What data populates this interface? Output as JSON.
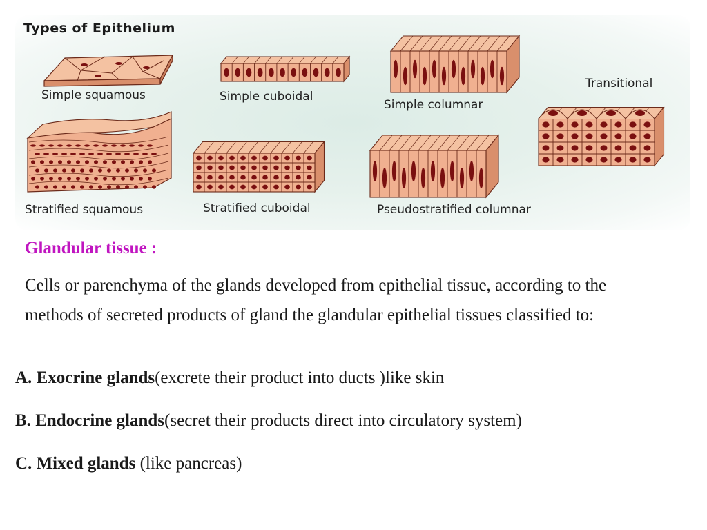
{
  "figure": {
    "title": "Types of Epithelium",
    "labels": {
      "simple_squamous": "Simple squamous",
      "simple_cuboidal": "Simple cuboidal",
      "simple_columnar": "Simple columnar",
      "transitional": "Transitional",
      "stratified_squamous": "Stratified squamous",
      "stratified_cuboidal": "Stratified cuboidal",
      "pseudostratified_columnar": "Pseudostratified columnar"
    },
    "colors": {
      "cell_fill": "#f0b090",
      "cell_top": "#f4c2a2",
      "cell_side": "#d98f6c",
      "outline": "#6b2a1a",
      "nucleus": "#7a1010"
    }
  },
  "text": {
    "heading": "Glandular tissue :",
    "paragraph": "Cells or parenchyma of the glands developed from epithelial tissue, according to the methods of secreted products of gland the glandular epithelial tissues classified to:",
    "items": [
      {
        "prefix": "A.",
        "name": "Exocrine glands",
        "desc": "(excrete their product into ducts )like skin"
      },
      {
        "prefix": "B.",
        "name": "Endocrine glands",
        "desc": "(secret their products direct into circulatory system)"
      },
      {
        "prefix": "C.",
        "name": "Mixed glands",
        "desc": " (like pancreas)"
      }
    ],
    "heading_color": "#c015c0"
  }
}
